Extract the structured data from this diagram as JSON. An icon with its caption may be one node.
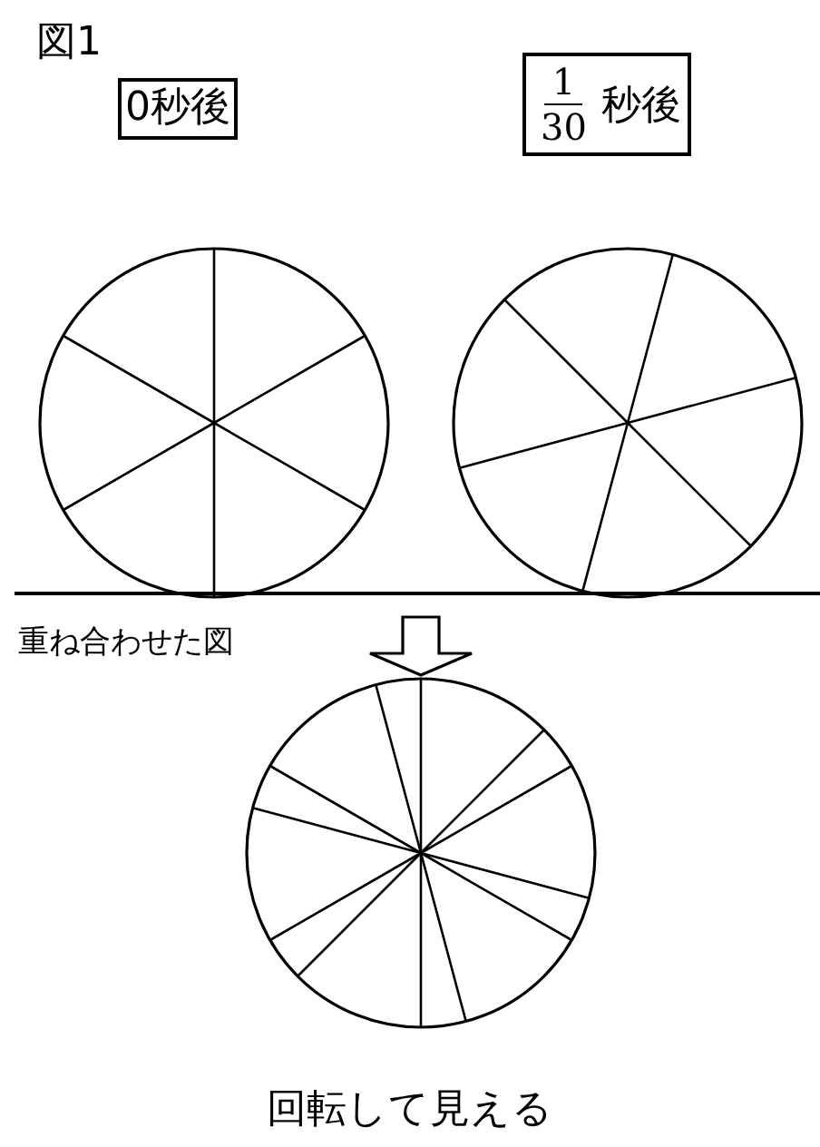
{
  "diagram": {
    "title": "図1",
    "nodes": [
      {
        "text": [
          "0秒後"
        ]
      },
      {
        "text": [
          "1",
          "30",
          "秒後"
        ]
      },
      {
        "text": [],
        "shape": "circle"
      },
      {
        "text": [],
        "shape": "circle"
      },
      {
        "text": [],
        "shape": "circle",
        "beside": [
          "回転して見える"
        ]
      }
    ],
    "edges": [
      {
        "from": null,
        "to": 4,
        "arrow": "to"
      }
    ],
    "labels": [
      "重ね合わせた図"
    ]
  }
}
